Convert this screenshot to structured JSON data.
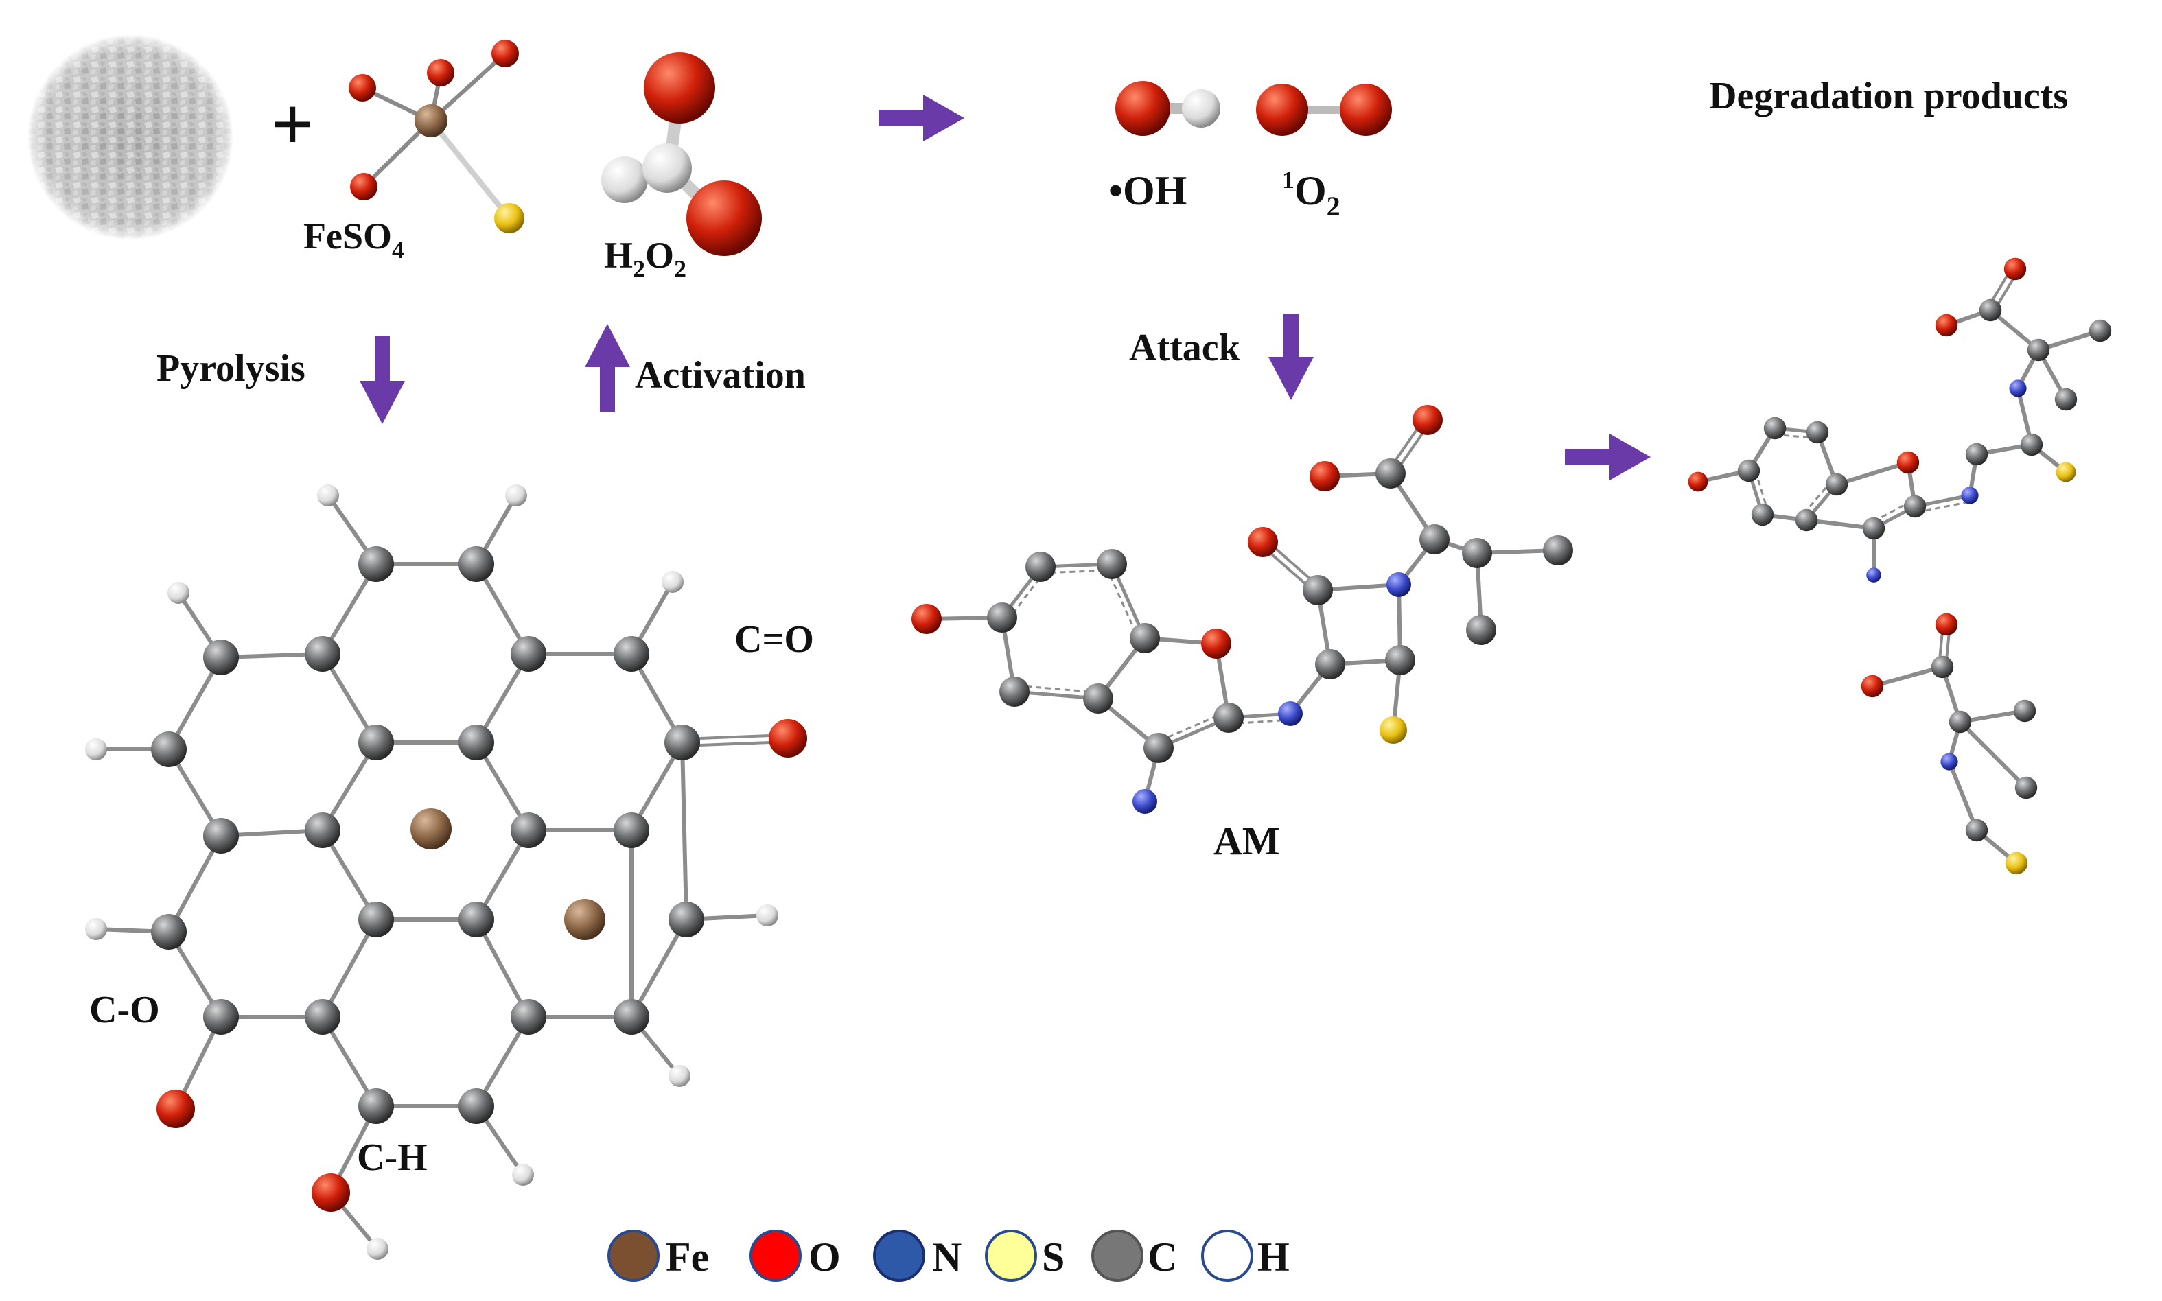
{
  "colors": {
    "fe": "#8a6545",
    "o": "#d0200a",
    "n": "#3948c8",
    "s": "#e8c012",
    "c": "#6e7072",
    "h": "#e6e6e6",
    "arrow": "#6a3aa8",
    "plus": "#7a2090",
    "bond": "#9a9a9a"
  },
  "reagents": {
    "plus": "+",
    "feso4": {
      "main": "FeSO",
      "sub": "4"
    },
    "h2o2": {
      "h": "H",
      "sub1": "2",
      "o": "O",
      "sub2": "2"
    }
  },
  "species": {
    "oh": "•OH",
    "singlet_o2": {
      "sup": "1",
      "main": "O",
      "sub": "2"
    }
  },
  "steps": {
    "pyrolysis": "Pyrolysis",
    "activation": "Activation",
    "attack": "Attack"
  },
  "titles": {
    "degradation": "Degradation products",
    "am": "AM"
  },
  "graphene_labels": {
    "co_double": "C=O",
    "co_single": "C-O",
    "ch": "C-H"
  },
  "legend": [
    {
      "symbol": "Fe",
      "color_key": "fe"
    },
    {
      "symbol": "O",
      "color_key": "o"
    },
    {
      "symbol": "N",
      "color_key": "n"
    },
    {
      "symbol": "S",
      "color_key": "s"
    },
    {
      "symbol": "C",
      "color_key": "c"
    },
    {
      "symbol": "H",
      "color_key": "h"
    }
  ]
}
